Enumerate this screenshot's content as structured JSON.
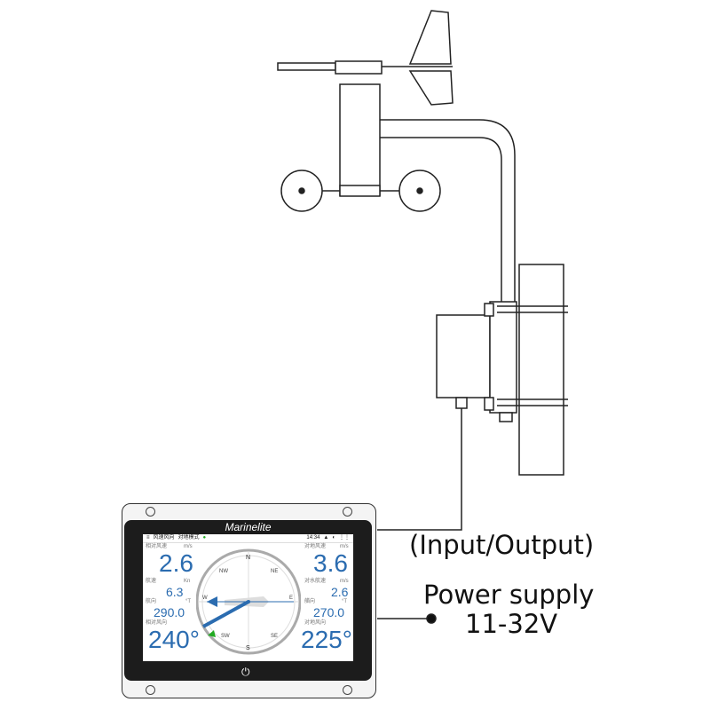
{
  "labels": {
    "io": "(Input/Output)",
    "power": "Power supply",
    "voltage": "11-32V"
  },
  "device": {
    "brand": "Marinelite",
    "header": {
      "title": "风速风向",
      "mode": "对地模式",
      "time": "14:34"
    },
    "left": {
      "rel_speed_label": "相对风速",
      "rel_speed_unit": "m/s",
      "rel_speed": "2.6",
      "sog_label": "航速",
      "sog_unit": "Kn",
      "sog": "6.3",
      "cog_label": "航向",
      "cog_unit": "°T",
      "cog": "290.0",
      "rel_dir_label": "相对风向",
      "rel_dir": "240°"
    },
    "right": {
      "true_speed_label": "对地风速",
      "true_speed_unit": "m/s",
      "true_speed": "3.6",
      "stw_label": "对水航速",
      "stw_unit": "m/s",
      "stw": "2.6",
      "heading_label": "艏向",
      "heading_unit": "°T",
      "heading": "270.0",
      "true_dir_label": "对地风向",
      "true_dir": "225°"
    },
    "compass": {
      "n": "N",
      "ne": "NE",
      "nw": "NW",
      "s": "S",
      "se": "SE",
      "sw": "SW",
      "e": "E",
      "w": "W"
    },
    "accent": "#2b6cb0"
  }
}
